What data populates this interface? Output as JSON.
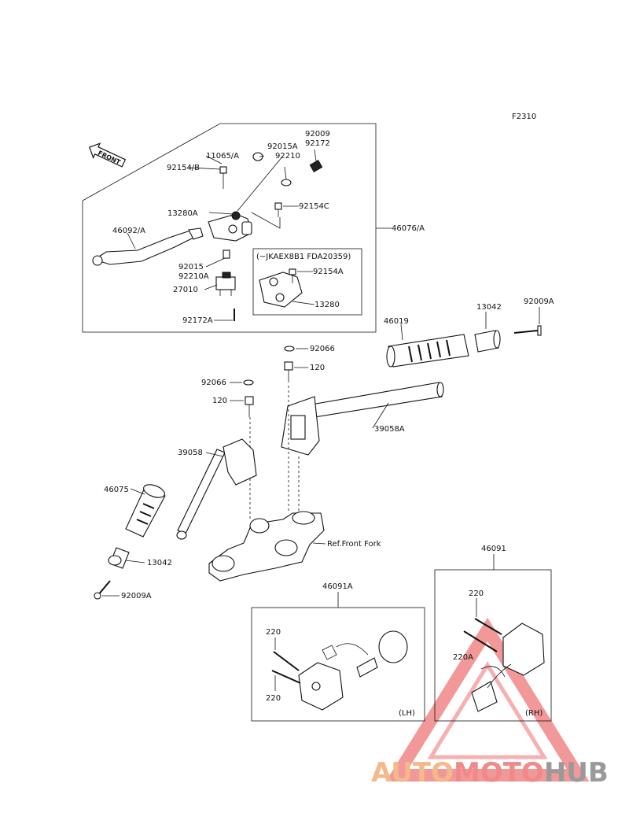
{
  "figure_code": "F2310",
  "front_label": "FRONT",
  "labels": {
    "p11065A": "11065/A",
    "p92015A": "92015A",
    "p92210": "92210",
    "p92009": "92009",
    "p92172": "92172",
    "p92154B": "92154/B",
    "p13280A": "13280A",
    "p92154C": "92154C",
    "p46092A": "46092/A",
    "p46076A": "46076/A",
    "inset_title": "(~JKAEX8B1 FDA20359)",
    "p92154A": "92154A",
    "p13280": "13280",
    "p92015": "92015",
    "p92210A": "92210A",
    "p27010": "27010",
    "p92172A": "92172A",
    "p46019": "46019",
    "p13042_top": "13042",
    "p92009A_top": "92009A",
    "p92066_a": "92066",
    "p120_a": "120",
    "p92066_b": "92066",
    "p120_b": "120",
    "p39058A": "39058A",
    "p39058": "39058",
    "p46075": "46075",
    "ref_front_fork": "Ref.Front Fork",
    "p13042_bot": "13042",
    "p92009A_bot": "92009A",
    "p46091": "46091",
    "p46091A": "46091A",
    "p220_lh_top": "220",
    "p220_lh_bot": "220",
    "lh": "(LH)",
    "p220_rh": "220",
    "p220A_rh": "220A",
    "rh": "(RH)"
  },
  "watermark": {
    "part1": "AUTO",
    "part2": "MOTO",
    "part3": "HUB",
    "color1": "#f5b88a",
    "color2": "#f08a8a",
    "color3": "#9a9a9a",
    "triangle_color": "#e84545"
  }
}
